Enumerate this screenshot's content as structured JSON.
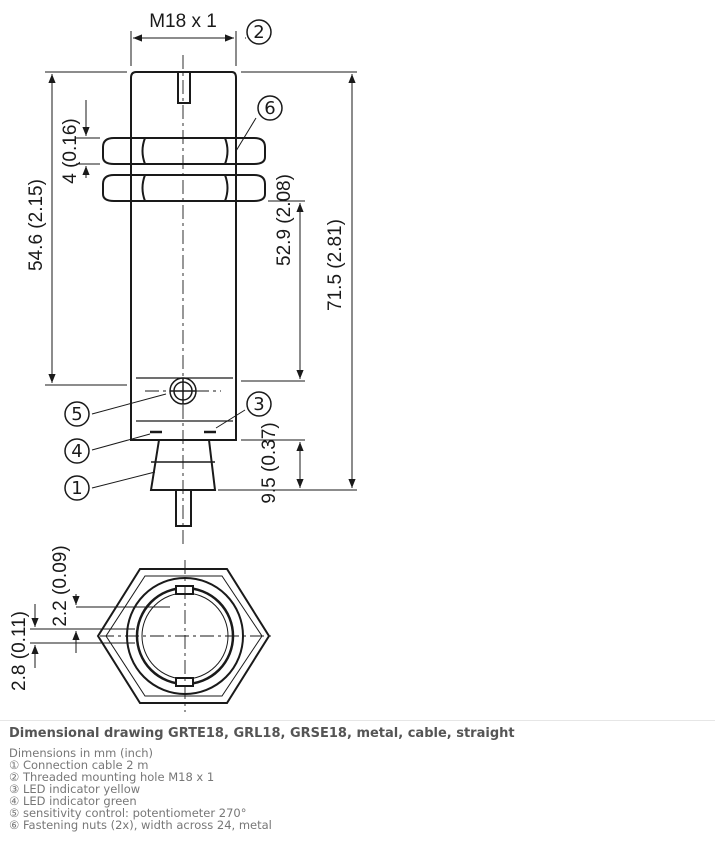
{
  "dimensions": {
    "thread": "M18 x 1",
    "nut_width": "4 (0.16)",
    "body_length": "54.6 (2.15)",
    "thread_length": "52.9 (2.08)",
    "total_length": "71.5 (2.81)",
    "cable_exit": "9.5 (0.37)",
    "slot_depth": "2.2 (0.09)",
    "slot_width": "2.8 (0.11)"
  },
  "callouts": [
    "①",
    "②",
    "③",
    "④",
    "⑤",
    "⑥"
  ],
  "caption": {
    "title": "Dimensional drawing GRTE18, GRL18, GRSE18, metal, cable, straight",
    "units": "Dimensions in mm (inch)",
    "items": [
      "① Connection cable 2 m",
      "② Threaded mounting hole M18 x 1",
      "③ LED indicator yellow",
      "④ LED indicator green",
      "⑤ sensitivity control: potentiometer 270°",
      "⑥ Fastening nuts (2x), width across 24, metal"
    ]
  }
}
